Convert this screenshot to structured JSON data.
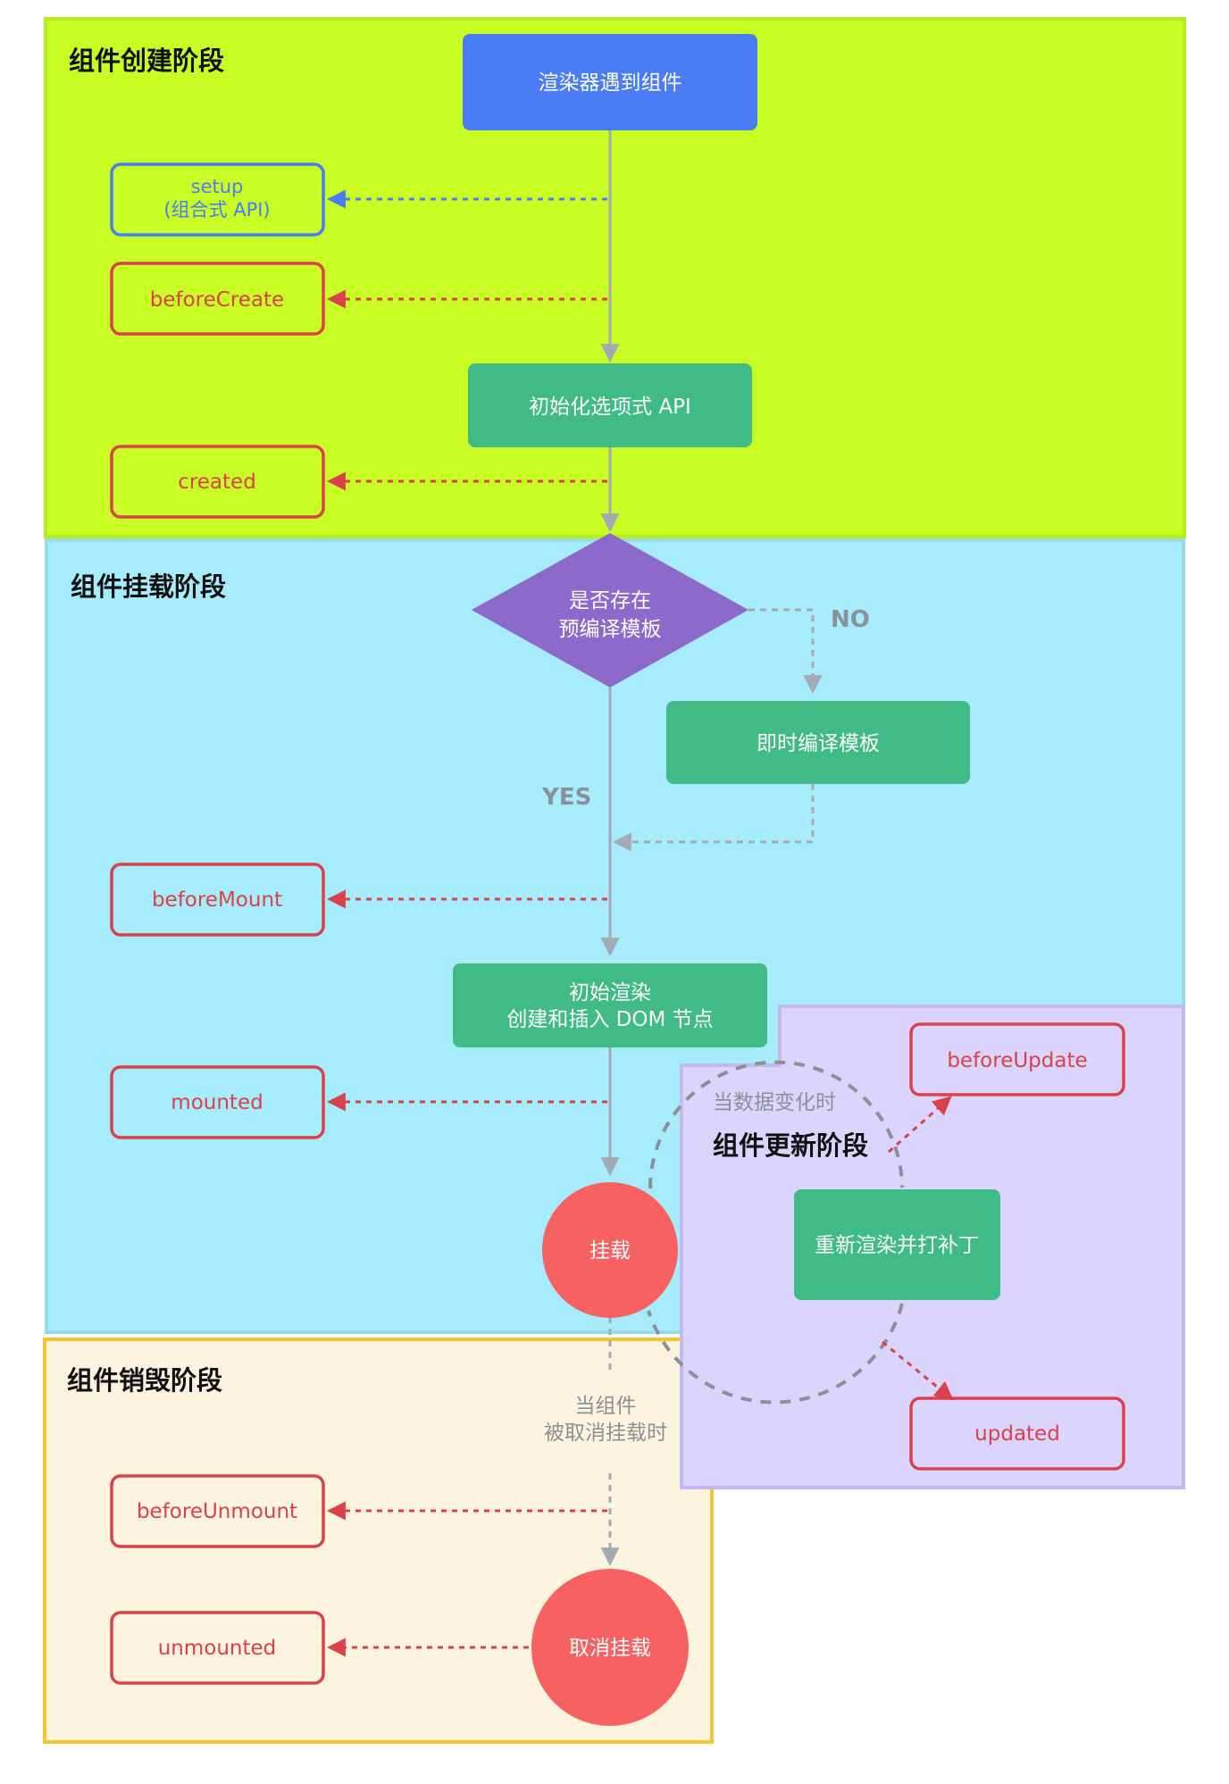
{
  "phases": {
    "create": "组件创建阶段",
    "mount": "组件挂载阶段",
    "update": "组件更新阶段",
    "unmount": "组件销毁阶段"
  },
  "nodes": {
    "renderer": "渲染器遇到组件",
    "init_options": "初始化选项式 API",
    "decision_line1": "是否存在",
    "decision_line2": "预编译模板",
    "jit_compile": "即时编译模板",
    "initial_render_line1": "初始渲染",
    "initial_render_line2": "创建和插入 DOM 节点",
    "mounted_circle": "挂载",
    "rerender": "重新渲染并打补丁",
    "unmount_circle": "取消挂载"
  },
  "hooks": {
    "setup_line1": "setup",
    "setup_line2": "(组合式 API)",
    "beforeCreate": "beforeCreate",
    "created": "created",
    "beforeMount": "beforeMount",
    "mounted": "mounted",
    "beforeUpdate": "beforeUpdate",
    "updated": "updated",
    "beforeUnmount": "beforeUnmount",
    "unmounted": "unmounted"
  },
  "labels": {
    "no": "NO",
    "yes": "YES",
    "data_change": "当数据变化时",
    "unmount_when_line1": "当组件",
    "unmount_when_line2": "被取消挂载时"
  },
  "colors": {
    "create_bg": "#c8fe23",
    "mount_bg": "#a7ecfd",
    "update_bg": "#dbd4fd",
    "unmount_bg": "#fcf4de",
    "blue_box": "#4a7cf5",
    "green_box": "#41bb85",
    "purple_diamond": "#8d69cc",
    "red_circle": "#f86162",
    "hook_red": "#d9414b",
    "gray_arrow": "#a3aab3"
  }
}
